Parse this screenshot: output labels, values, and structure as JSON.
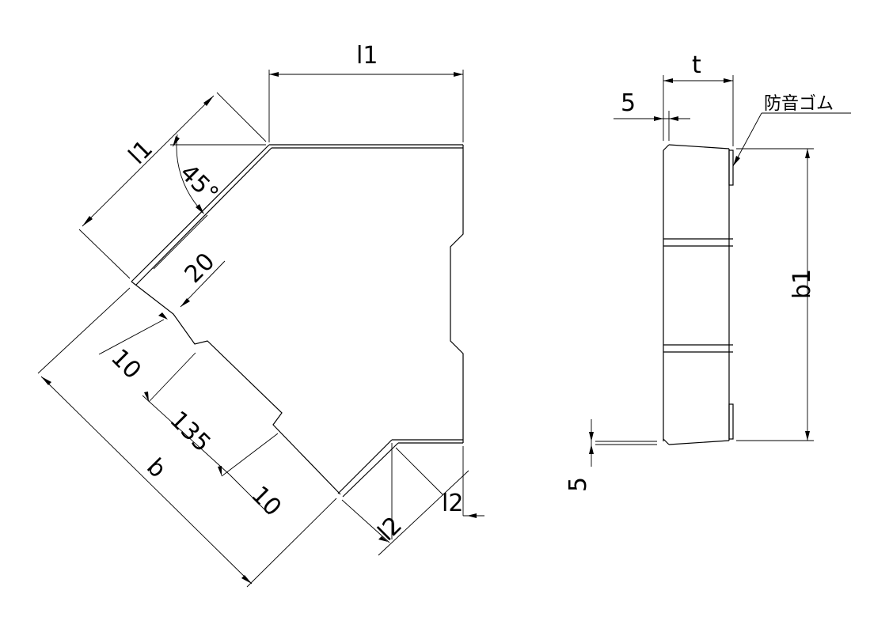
{
  "labels": {
    "l1_top": "l1",
    "l1_diag": "l1",
    "angle": "45°",
    "d20": "20",
    "d10_upper": "10",
    "d135": "135",
    "d10_lower": "10",
    "b": "b",
    "l2_diag": "l2",
    "l2_right": "l2",
    "t": "t",
    "five_top": "5",
    "rubber": "防音ゴム",
    "b1": "b1",
    "five_bottom": "5"
  }
}
